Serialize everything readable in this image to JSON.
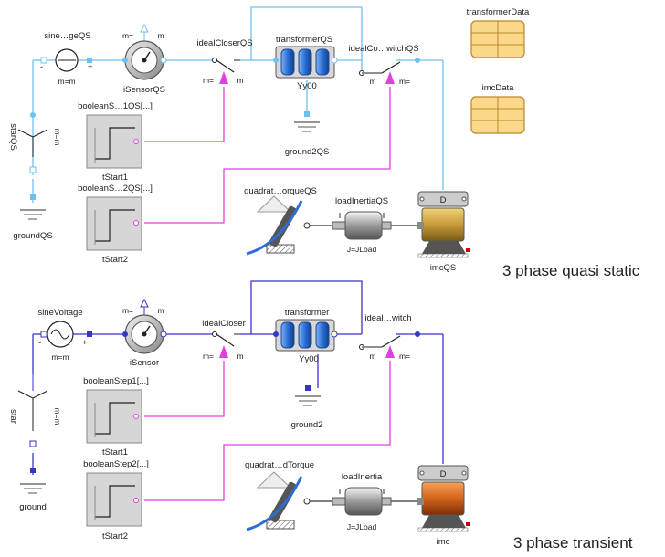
{
  "colors": {
    "qs_wire": "#6ec1ee",
    "tr_wire": "#3535c8",
    "boolean_wire": "#e040e0",
    "mech_wire": "#333333",
    "record_fill": "#fcd98a",
    "transformer_blue": "#2b6fd6",
    "motor_qs": "#c79a3a",
    "motor_tr": "#d4621a"
  },
  "records": [
    {
      "id": "transformer_data",
      "label": "transformerData"
    },
    {
      "id": "imc_data",
      "label": "imcData"
    }
  ],
  "qs": {
    "source_name": "sine…geQS",
    "source_param": "m=m",
    "sensor_name": "iSensorQS",
    "sensor_m_left": "m=",
    "sensor_m_right": "m",
    "closer_name": "idealCloserQS",
    "closer_m_left": "m=",
    "closer_m_right": "m",
    "transformer_name": "transformerQS",
    "transformer_vector": "Yy00",
    "switch_name": "idealCo…witchQS",
    "switch_m_left": "m",
    "switch_m_right": "m=",
    "ground2_name": "ground2QS",
    "star_name": "starQS",
    "star_param": "m=m",
    "ground_name": "groundQS",
    "step1_name": "booleanS…1QS[...]",
    "step1_param": "tStart1",
    "step2_name": "booleanS…2QS[...]",
    "step2_param": "tStart2",
    "load_torque_name": "quadrat…orqueQS",
    "inertia_name": "loadInertiaQS",
    "inertia_param": "J=JLoad",
    "machine_name": "imcQS",
    "machine_box_label": "D",
    "section_title": "3 phase quasi static"
  },
  "tr": {
    "source_name": "sineVoltage",
    "source_param": "m=m",
    "sensor_name": "iSensor",
    "sensor_m_left": "m=",
    "sensor_m_right": "m",
    "closer_name": "idealCloser",
    "closer_m_left": "m=",
    "closer_m_right": "m",
    "transformer_name": "transformer",
    "transformer_vector": "Yy00",
    "switch_name": "ideal…witch",
    "switch_m_left": "m",
    "switch_m_right": "m=",
    "ground2_name": "ground2",
    "star_name": "star",
    "star_param": "m=m",
    "ground_name": "ground",
    "step1_name": "booleanStep1[...]",
    "step1_param": "tStart1",
    "step2_name": "booleanStep2[...]",
    "step2_param": "tStart2",
    "load_torque_name": "quadrat…dTorque",
    "inertia_name": "loadInertia",
    "inertia_param": "J=JLoad",
    "machine_name": "imc",
    "machine_box_label": "D",
    "section_title": "3 phase transient"
  }
}
